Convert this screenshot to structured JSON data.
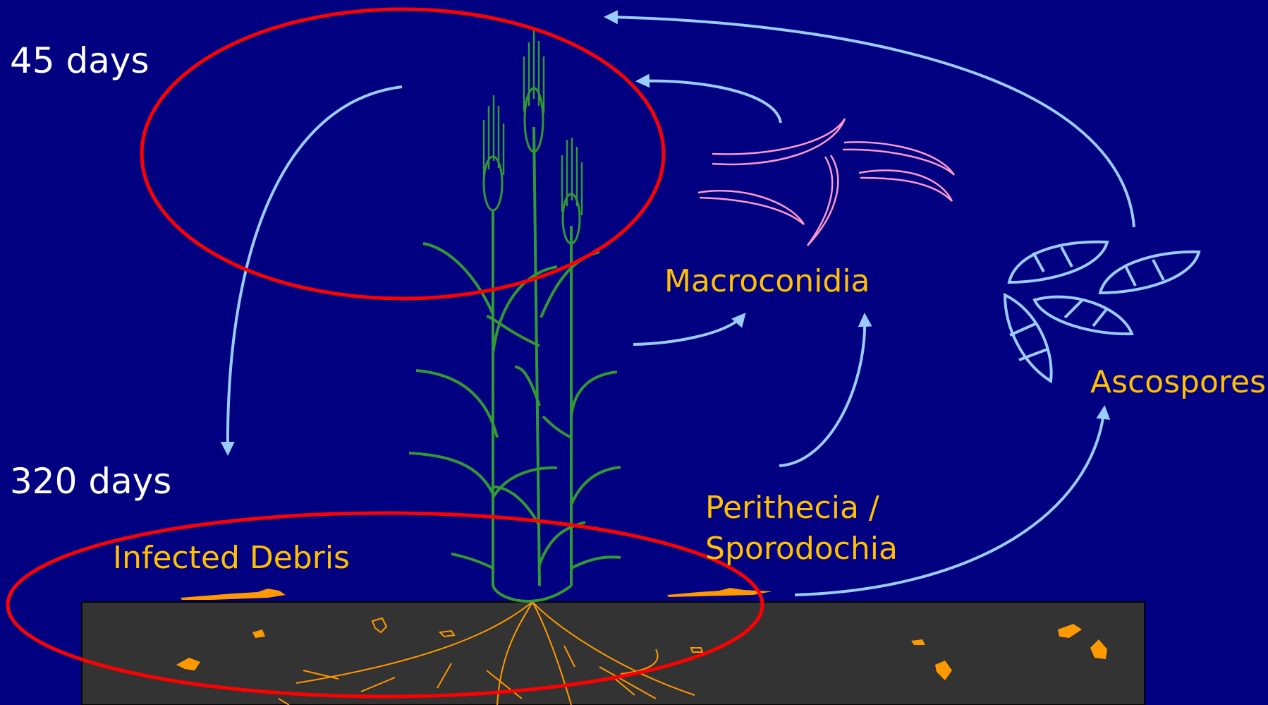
{
  "labels": {
    "days_top": "45 days",
    "days_bottom": "320 days",
    "infected_debris": "Infected Debris",
    "macroconidia": "Macroconidia",
    "perithecia_line1": "Perithecia /",
    "perithecia_line2": "Sporodochia",
    "ascospores": "Ascospores"
  },
  "colors": {
    "background": "#000080",
    "highlight_ellipse": "#ff0000",
    "arrow": "#99ccff",
    "plant": "#339933",
    "label": "#ffc000",
    "debris": "#ff9900",
    "soil": "#333333",
    "macroconidia": "#ff99cc",
    "ascospore": "#99ccff"
  },
  "icons": [
    "wheat-plant-icon",
    "macroconidia-icon",
    "ascospore-icon",
    "soil-debris-icon"
  ]
}
